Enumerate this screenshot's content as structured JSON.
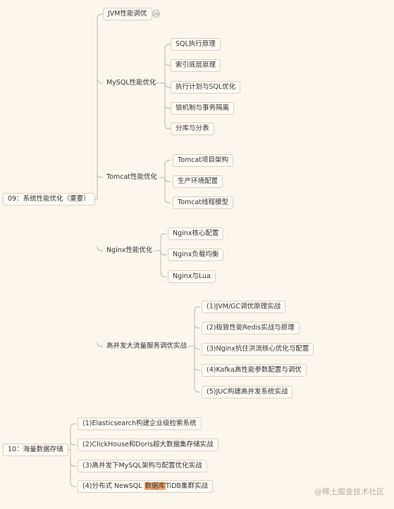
{
  "roots": [
    {
      "label": "09：系统性能优化（重要）"
    },
    {
      "label": "10：海量数据存储"
    }
  ],
  "branches": {
    "jvm": {
      "label": "JVM性能调优",
      "badge": "26"
    },
    "mysql": {
      "label": "MySQL性能优化",
      "children": [
        "SQL执行原理",
        "索引底层原理",
        "执行计划与SQL优化",
        "锁机制与事务隔离",
        "分库与分表"
      ]
    },
    "tomcat": {
      "label": "Tomcat性能优化",
      "children": [
        "Tomcat项目架构",
        "生产环境配置",
        "Tomcat线程模型"
      ]
    },
    "nginx": {
      "label": "Nginx性能优化",
      "children": [
        "Nginx核心配置",
        "Nginx负载均衡",
        "Nginx与Lua"
      ]
    },
    "high": {
      "label": "高并发大流量服务调优实战",
      "children": [
        "(1)JVM/GC调优原理实战",
        "(2)极致性能Redis实战与原理",
        "(3)Nginx抗住洪流核心优化与配置",
        "(4)Kafka高性能参数配置与调优",
        "(5)JUC构建高并发系统实战"
      ]
    }
  },
  "storage": {
    "children": [
      {
        "label": "(1)Elasticsearch构建企业级检索系统"
      },
      {
        "label": "(2)ClickHouse和Doris超大数据集存储实战"
      },
      {
        "label": "(3)高并发下MySQL架构与配置优化实战"
      },
      {
        "label_pre": "(4)分布式 NewSQL ",
        "label_hl": "数据库",
        "label_post": "TiDB集群实战"
      }
    ]
  },
  "watermark": "@稀土掘金技术社区",
  "colors": {
    "background": "#fbf6ee",
    "line": "#bdb6ab",
    "highlight": "#f2a76b"
  }
}
